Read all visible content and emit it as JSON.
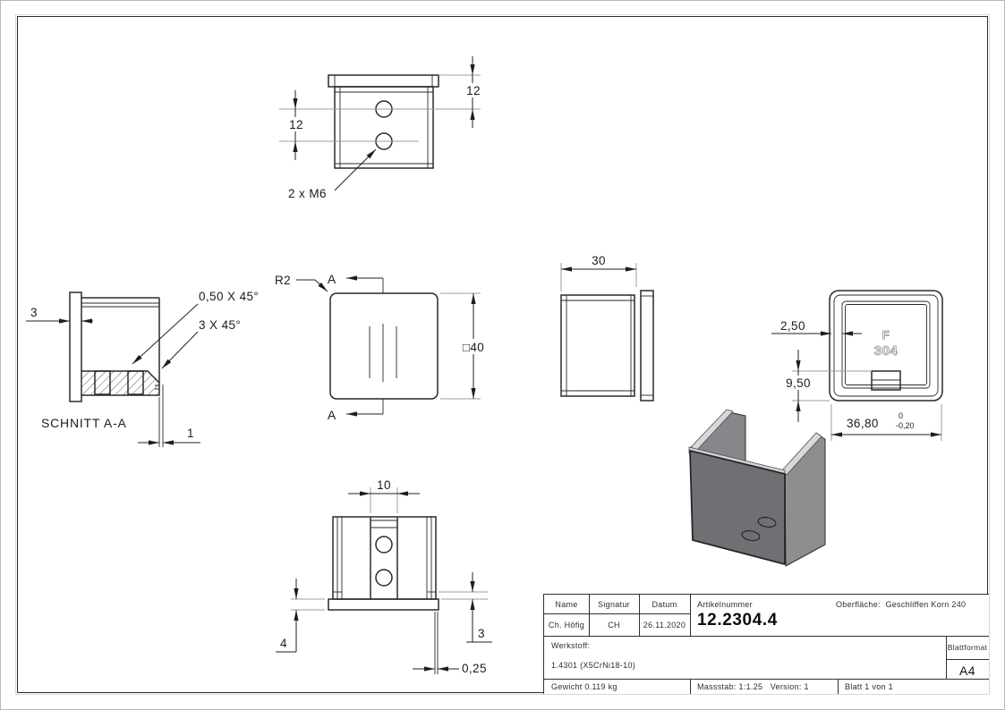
{
  "views": {
    "top": {
      "dim_hole_to_edge": "12",
      "dim_hole_spacing": "12",
      "thread_callout": "2 x M6"
    },
    "section": {
      "title": "SCHNITT A-A",
      "dim_plate": "3",
      "chamfer_small": "0,50 X 45°",
      "chamfer_big": "3 X 45°",
      "dim_clearance": "1"
    },
    "front": {
      "corner_radius": "R2",
      "cut_label_top": "A",
      "cut_label_bottom": "A",
      "dim_square": "□40"
    },
    "side": {
      "dim_depth": "30"
    },
    "back": {
      "dim_wall": "2,50",
      "dim_tab_offset": "9,50",
      "dim_inner": "36,80",
      "tol_upper": "0",
      "tol_lower": "-0,20",
      "emboss_top": "F",
      "emboss_bottom": "304"
    },
    "bottom": {
      "dim_channel": "10",
      "dim_plate": "4",
      "dim_step": "3",
      "dim_lip": "0,25"
    }
  },
  "title_block": {
    "name_label": "Name",
    "signature_label": "Signatur",
    "date_label": "Datum",
    "name": "Ch. Höfig",
    "signature": "CH",
    "date": "26.11.2020",
    "article_label": "Artikelnummer",
    "article_number": "12.2304.4",
    "surface_label": "Oberfläche:",
    "surface": "Geschliffen Korn 240",
    "material_label": "Werkstoff:",
    "material": "1.4301 (X5CrNi18-10)",
    "format_label": "Blattformat",
    "format": "A4",
    "weight": "Gewicht 0.119 kg",
    "scale": "Massstab: 1:1.25",
    "version": "Version: 1",
    "sheet": "Blatt 1 von 1"
  },
  "colors": {
    "line": "#2a2a2a",
    "extension_line": "#9c9c9c",
    "part_front": "#6e7073",
    "part_side": "#8c8e90",
    "part_edge_highlight": "#d6d8da",
    "background": "#ffffff"
  }
}
